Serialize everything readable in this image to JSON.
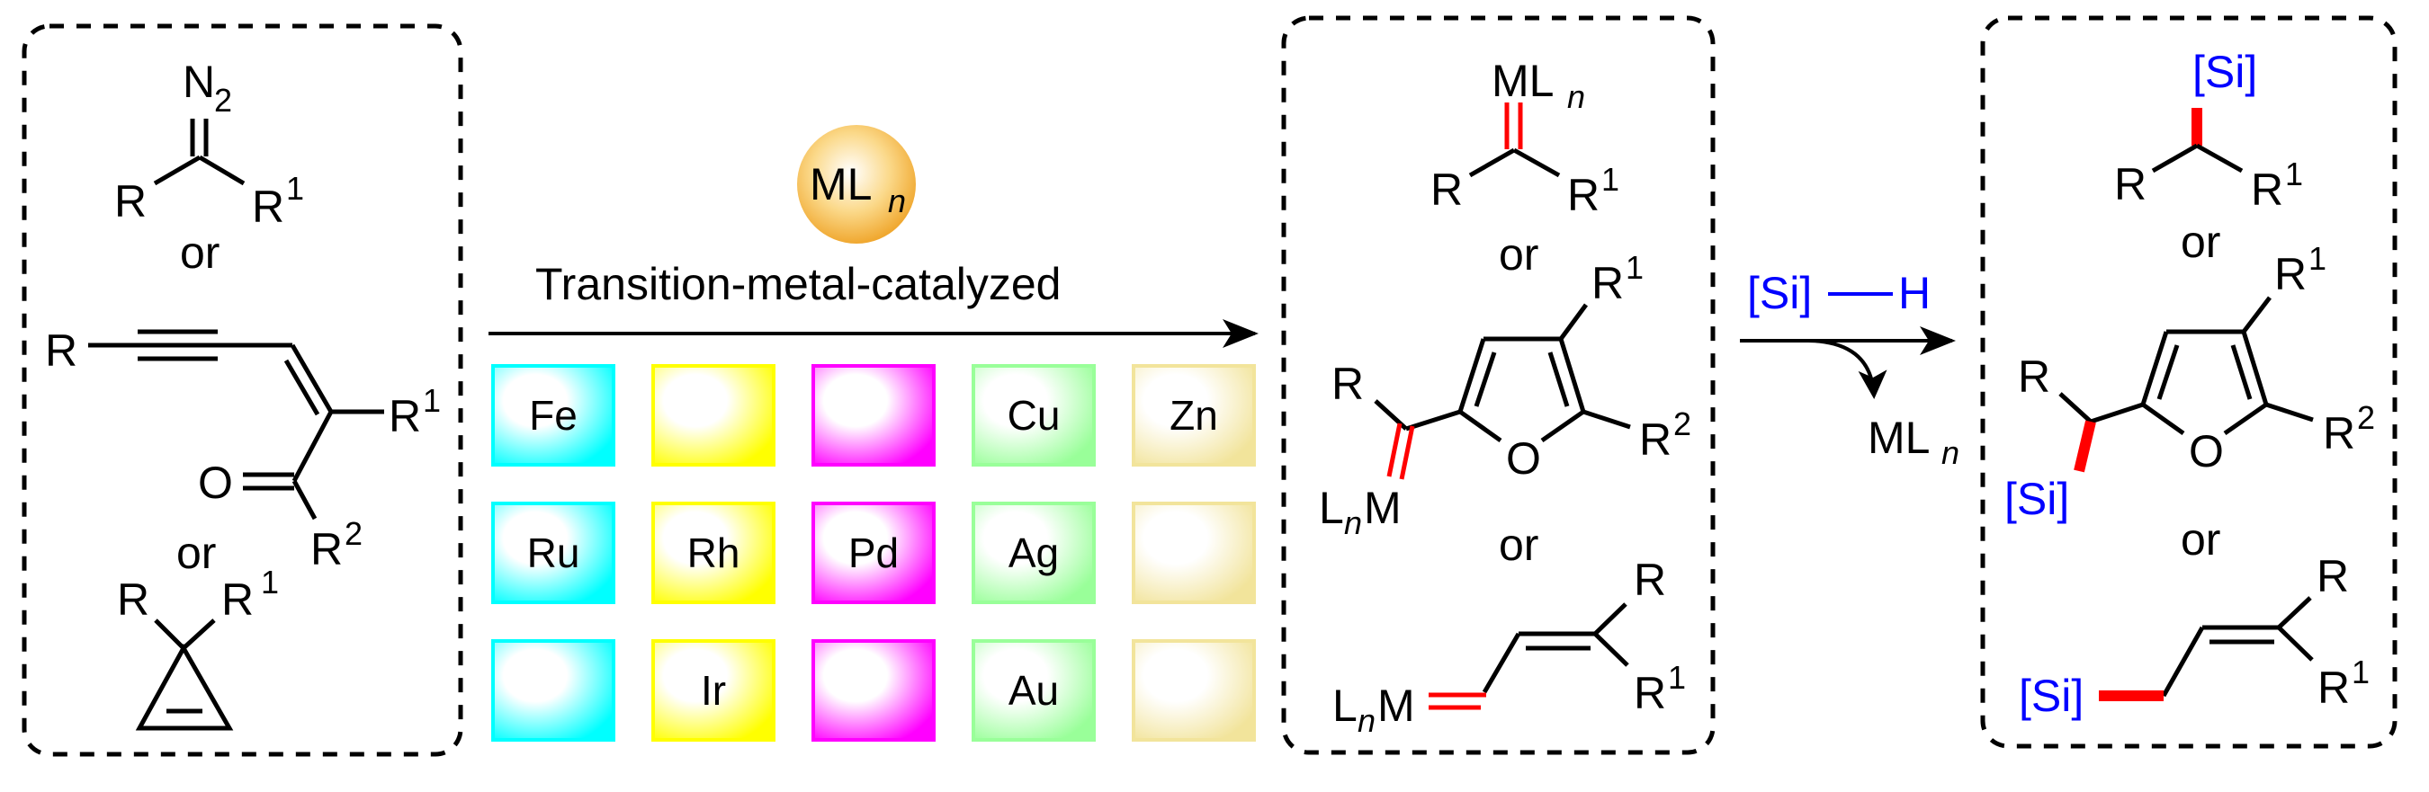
{
  "reactants": {
    "diazo": {
      "substituents": [
        "R",
        "R1"
      ],
      "group": "N2"
    },
    "or_1": "or",
    "enynone": {
      "substituents": [
        "R",
        "R1",
        "R2"
      ],
      "heteroatom": "O"
    },
    "or_2": "or",
    "cyclopropene": {
      "substituents": [
        "R",
        "R1"
      ]
    }
  },
  "catalyst": {
    "ball_label": "ML",
    "ball_subscript": "n",
    "ball_color": "#f5b942",
    "arrow_label": "Transition-metal-catalyzed"
  },
  "metal_grid": {
    "columns": [
      {
        "color": "#00ffff",
        "cells": [
          "Fe",
          "Ru",
          ""
        ]
      },
      {
        "color": "#ffff00",
        "cells": [
          "",
          "Rh",
          "Ir"
        ]
      },
      {
        "color": "#ff00ff",
        "cells": [
          "",
          "Pd",
          ""
        ]
      },
      {
        "color": "#99ff99",
        "cells": [
          "Cu",
          "Ag",
          "Au"
        ]
      },
      {
        "color": "#f2e49b",
        "cells": [
          "Zn",
          "",
          ""
        ]
      }
    ]
  },
  "intermediates": {
    "carbene": {
      "metal": "ML",
      "metal_subscript": "n",
      "substituents": [
        "R",
        "R1"
      ]
    },
    "or_1": "or",
    "furyl_carbene": {
      "metal_prefix": "L",
      "metal_subscript": "n",
      "metal": "M",
      "substituents": [
        "R",
        "R1",
        "R2"
      ],
      "heteroatom": "O"
    },
    "or_2": "or",
    "vinyl_carbene": {
      "metal_prefix": "L",
      "metal_subscript": "n",
      "metal": "M",
      "substituents": [
        "R",
        "R1"
      ]
    },
    "new_bond_color": "#ff0000"
  },
  "silylation": {
    "reagent_si": "[Si]",
    "reagent_h": "H",
    "reagent_color": "#0000ff",
    "released": "ML",
    "released_subscript": "n"
  },
  "products": {
    "silyl_label": "[Si]",
    "or_1": "or",
    "or_2": "or",
    "alkyl_silane": {
      "substituents": [
        "R",
        "R1"
      ]
    },
    "furyl_silane": {
      "substituents": [
        "R",
        "R1",
        "R2"
      ],
      "heteroatom": "O"
    },
    "allyl_silane": {
      "substituents": [
        "R",
        "R1"
      ]
    },
    "new_bond_color": "#ff0000"
  },
  "labels": {
    "R": "R",
    "R1_base": "R",
    "R1_sup": "1",
    "R2_sup": "2",
    "N": "N",
    "N_sub": "2",
    "O": "O"
  }
}
